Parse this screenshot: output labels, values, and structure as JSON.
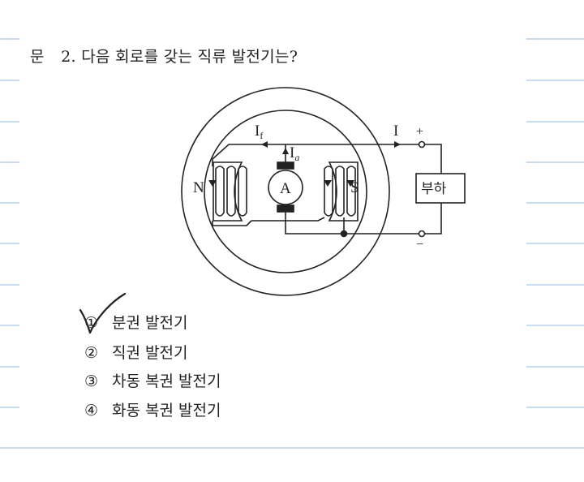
{
  "question": {
    "prefix": "문",
    "number": "2.",
    "text": "다음 회로를 갖는 직류 발전기는?"
  },
  "diagram": {
    "label_If": "I",
    "label_If_sub": "f",
    "label_Ia": "I",
    "label_Ia_sub": "a",
    "label_I": "I",
    "plus": "+",
    "minus": "−",
    "pole_N": "N",
    "pole_S": "S",
    "armature": "A",
    "load": "부하"
  },
  "options": [
    {
      "mark": "①",
      "text": "분권 발전기",
      "checked": true
    },
    {
      "mark": "②",
      "text": "직권 발전기"
    },
    {
      "mark": "③",
      "text": "차동 복권 발전기"
    },
    {
      "mark": "④",
      "text": "화동 복권 발전기"
    }
  ],
  "colors": {
    "rule": "#c9dcf2",
    "ink": "#222222"
  }
}
